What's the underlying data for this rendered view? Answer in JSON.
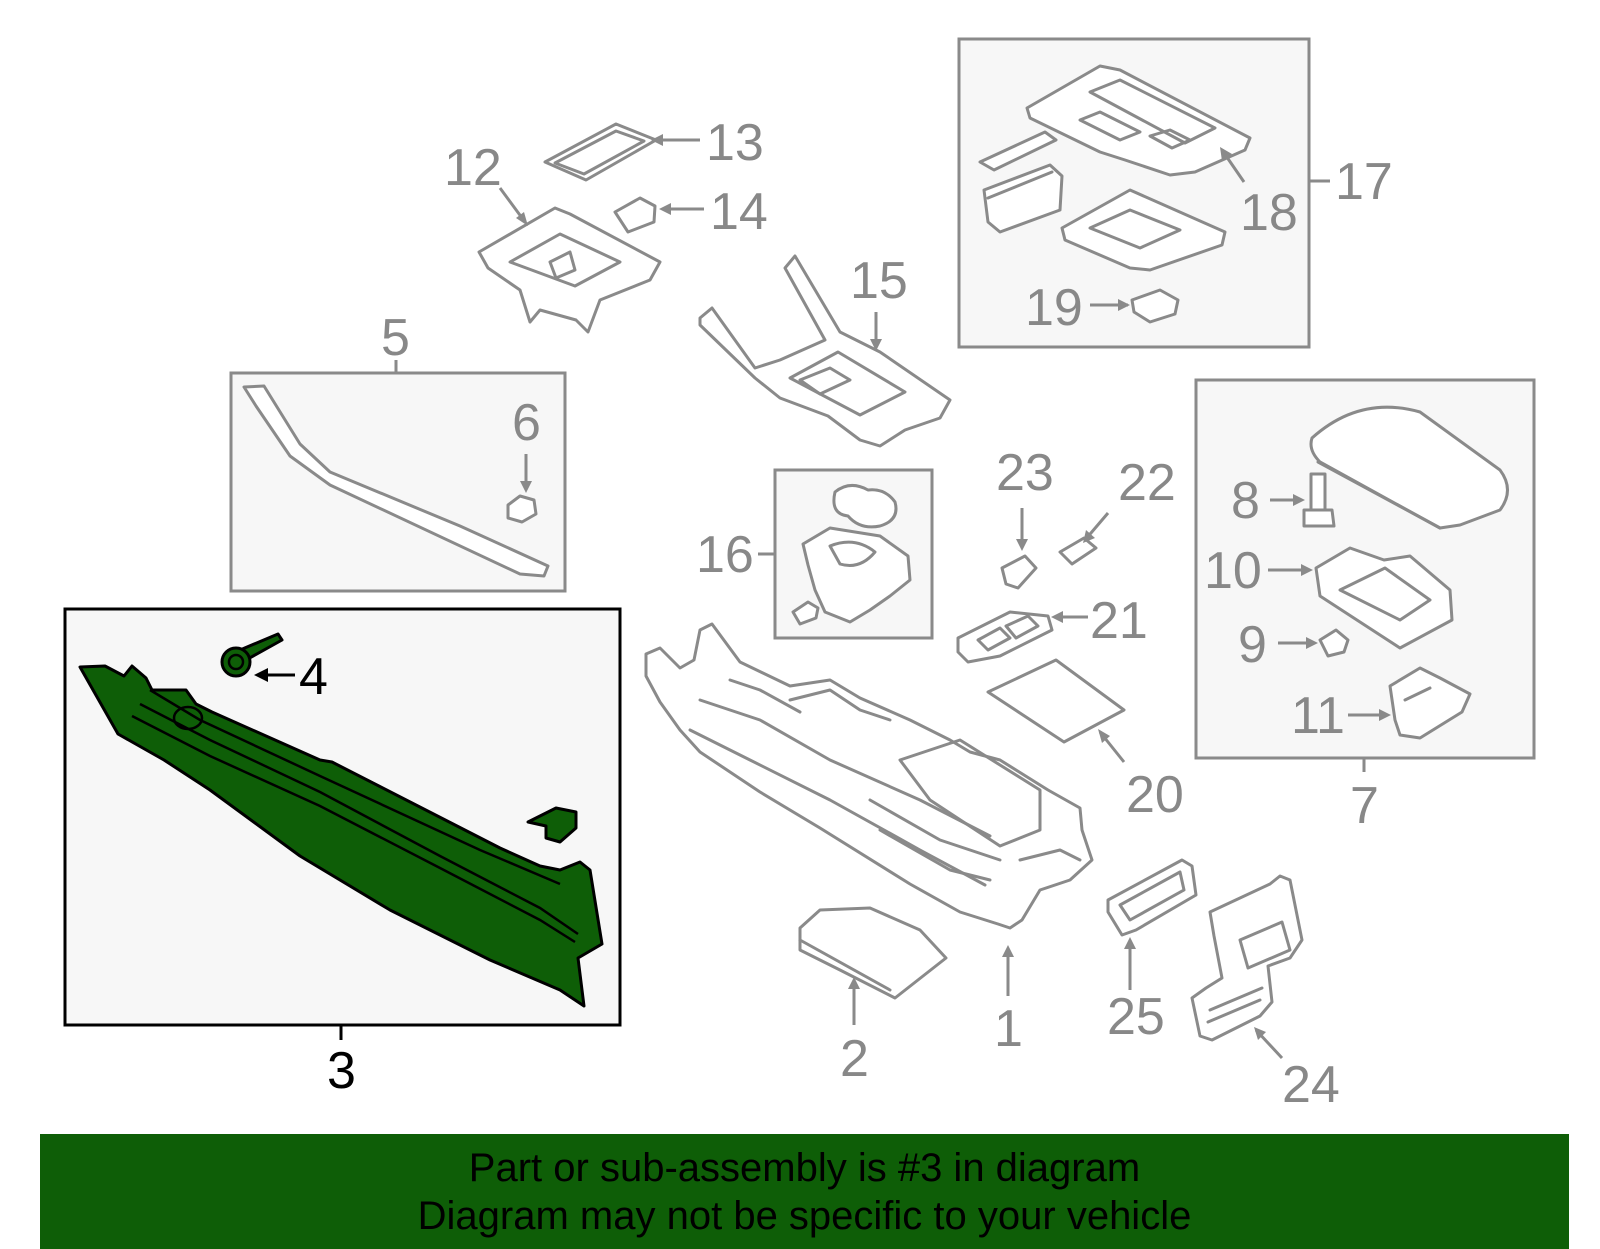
{
  "callouts": {
    "c1": "1",
    "c2": "2",
    "c3": "3",
    "c4": "4",
    "c5": "5",
    "c6": "6",
    "c7": "7",
    "c8": "8",
    "c9": "9",
    "c10": "10",
    "c11": "11",
    "c12": "12",
    "c13": "13",
    "c14": "14",
    "c15": "15",
    "c16": "16",
    "c17": "17",
    "c18": "18",
    "c19": "19",
    "c20": "20",
    "c21": "21",
    "c22": "22",
    "c23": "23",
    "c24": "24",
    "c25": "25"
  },
  "highlight_color": "#0e5e07",
  "banner": {
    "line1": "Part or sub-assembly is #3 in diagram",
    "line2": "Diagram may not be specific to your vehicle"
  }
}
